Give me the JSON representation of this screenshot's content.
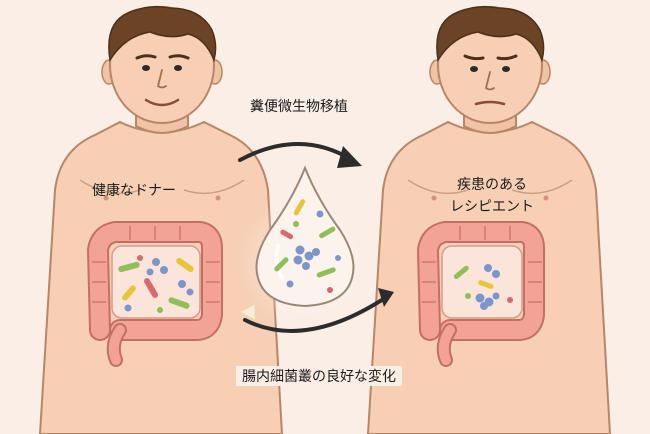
{
  "labels": {
    "title": "糞便微生物移植",
    "donor": "健康なドナー",
    "recipient_line1": "疾患のある",
    "recipient_line2": "レシピエント",
    "bottom": "腸内細菌叢の良好な変化"
  },
  "colors": {
    "background": "#fbeee6",
    "skin": "#f6cfb5",
    "skin_outline": "#b98567",
    "hair": "#6b4427",
    "intestine": "#f2a395",
    "intestine_outline": "#c46f62",
    "intestine_inner": "#fbe4da",
    "arrow": "#2c2c2c",
    "bacteria_blue": "#7c96cc",
    "bacteria_green": "#8fbf55",
    "bacteria_yellow": "#e9c53b",
    "bacteria_red": "#d96a6a"
  },
  "icons": {
    "donor": "man-torso-icon",
    "recipient": "man-torso-icon",
    "drop": "stool-sample-drop-icon",
    "arrows": "arrow-icon"
  }
}
